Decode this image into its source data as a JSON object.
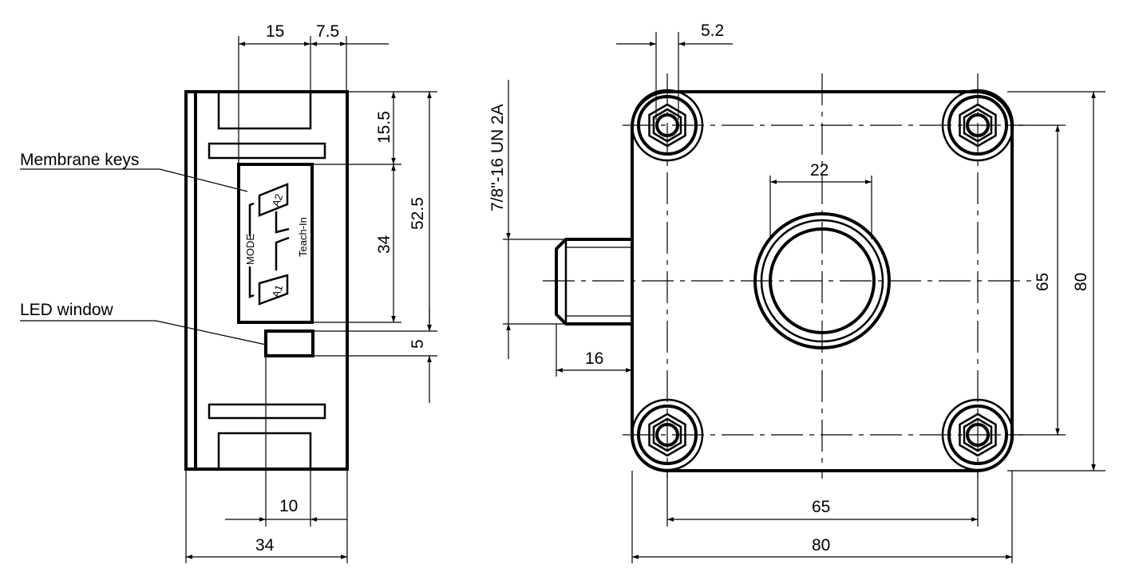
{
  "labels": {
    "membrane_keys": "Membrane keys",
    "led_window": "LED window",
    "mode": "MODE",
    "teach_in": "Teach-In",
    "key_a1": "A1",
    "key_a2": "A2"
  },
  "side_view_dimensions": {
    "top_15": "15",
    "top_7_5": "7.5",
    "right_15_5": "15.5",
    "right_34": "34",
    "right_52_5": "52.5",
    "right_5": "5",
    "bottom_10": "10",
    "bottom_34": "34"
  },
  "front_view_dimensions": {
    "hole_5_2": "5.2",
    "thread": "7/8\"-16 UN 2A",
    "bore_22": "22",
    "connector_16": "16",
    "right_65": "65",
    "right_80": "80",
    "bottom_65": "65",
    "bottom_80": "80"
  }
}
